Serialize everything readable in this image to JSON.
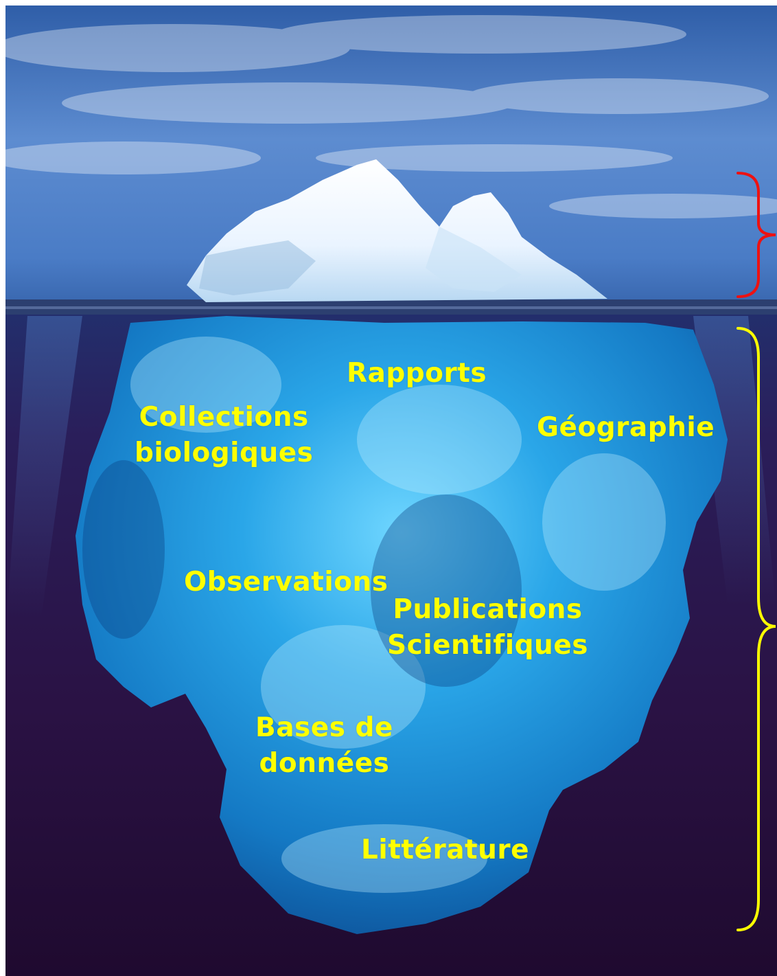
{
  "labels": {
    "rapports": "Rapports",
    "collections": [
      "Collections",
      "biologiques"
    ],
    "geographie": "Géographie",
    "observations": "Observations",
    "publications": [
      "Publications",
      "Scientifiques"
    ],
    "bases": [
      "Bases de",
      "données"
    ],
    "litterature": "Littérature"
  },
  "colors": {
    "label_text": "#ffff00",
    "above_water_bracket": "#ee1111",
    "below_water_bracket": "#ffff00",
    "sky": "#3f6fb8",
    "deep_water": "#2a0f3d",
    "ice_underwater": "#1a8fd8"
  }
}
